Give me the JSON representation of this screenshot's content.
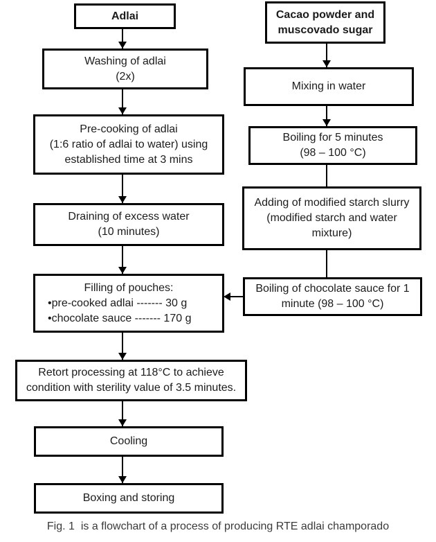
{
  "figure": {
    "caption": "Fig. 1  is a flowchart of a process of producing RTE adlai champorado"
  },
  "colors": {
    "box_border": "#000000",
    "box_background": "#ffffff",
    "text": "#1b1b1b",
    "caption_text": "#3a3a3a",
    "page_background": "#ffffff",
    "connector": "#000000"
  },
  "boxes": {
    "adlai": {
      "line1": "Adlai"
    },
    "washing": {
      "line1": "Washing of adlai",
      "line2": "(2x)"
    },
    "precooking": {
      "line1": "Pre-cooking of adlai",
      "line2": "(1:6 ratio of adlai to water) using",
      "line3": "established time at 3 mins"
    },
    "draining": {
      "line1": "Draining of excess water",
      "line2": "(10 minutes)"
    },
    "filling": {
      "title": "Filling of pouches:",
      "bullet1": "•pre-cooked adlai ------- 30 g",
      "bullet2": "•chocolate sauce ------- 170 g"
    },
    "retort": {
      "line1": "Retort processing at 118°C to achieve",
      "line2": "condition with sterility value of 3.5 minutes."
    },
    "cooling": {
      "line1": "Cooling"
    },
    "boxing": {
      "line1": "Boxing and storing"
    },
    "cacao": {
      "line1": "Cacao powder and",
      "line2": "muscovado sugar"
    },
    "mixing": {
      "line1": "Mixing in water"
    },
    "boiling5": {
      "line1": "Boiling for 5 minutes",
      "line2": "(98 – 100 °C)"
    },
    "adding": {
      "line1": "Adding of modified starch slurry",
      "line2": "(modified starch and water",
      "line3": "mixture)"
    },
    "boilingchoc": {
      "line1": "Boiling of chocolate sauce for 1",
      "line2": "minute (98 – 100 °C)"
    }
  }
}
